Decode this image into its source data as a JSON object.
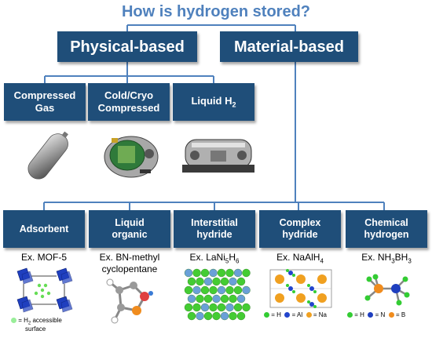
{
  "title": "How is hydrogen stored?",
  "top": {
    "physical": "Physical-based",
    "material": "Material-based"
  },
  "physical_children": [
    {
      "line1": "Compressed",
      "line2": "Gas"
    },
    {
      "line1": "Cold/Cryo",
      "line2": "Compressed"
    },
    {
      "label": "Liquid H",
      "sub": "2"
    }
  ],
  "material_children": [
    {
      "line1": "Adsorbent",
      "example": "Ex. MOF-5"
    },
    {
      "line1": "Liquid",
      "line2": "organic",
      "example_line1": "Ex. BN-methyl",
      "example_line2": "cyclopentane"
    },
    {
      "line1": "Interstitial",
      "line2": "hydride"
    },
    {
      "line1": "Complex",
      "line2": "hydride"
    },
    {
      "line1": "Chemical",
      "line2": "hydrogen"
    }
  ],
  "formulas": {
    "lani": {
      "prefix": "Ex. LaNi",
      "s1": "5",
      "mid": "H",
      "s2": "6"
    },
    "naalh": {
      "prefix": "Ex. NaAlH",
      "s1": "4"
    },
    "nh3bh3": {
      "prefix": "Ex. NH",
      "s1": "3",
      "mid": "BH",
      "s2": "3"
    }
  },
  "legends": {
    "mof": {
      "text1": " = H",
      "sub": "2",
      "text2": " accessible",
      "text3": "surface"
    },
    "complex": {
      "h": " = H",
      "al": " = Al",
      "na": " = Na"
    },
    "chemical": {
      "h": " = H",
      "n": " = N",
      "b": " = B"
    }
  },
  "colors": {
    "box": "#1f4e79",
    "title": "#4f81bd",
    "line": "#4f81bd",
    "hydrogen": "#33cc33",
    "nitrogen": "#1f3fbf",
    "boron": "#f08c1e",
    "aluminum": "#2244cc",
    "sodium": "#f0a020"
  },
  "icons": [
    "gas-cylinder-picture",
    "cryo-vessel-picture",
    "liquid-tank-picture",
    "mof-structure-picture",
    "bn-molecule-picture",
    "lattice-picture",
    "complex-crystal-picture",
    "ammonia-borane-picture"
  ]
}
